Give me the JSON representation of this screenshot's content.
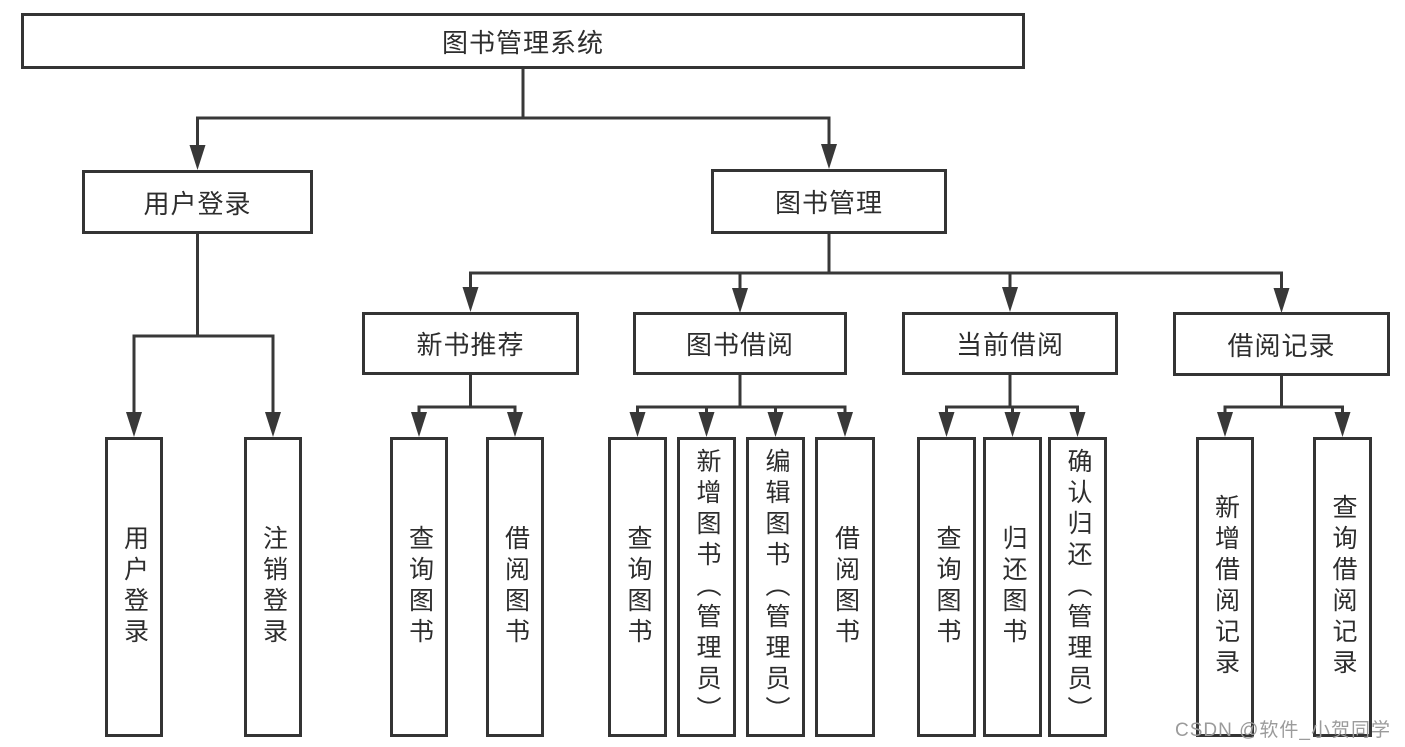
{
  "diagram": {
    "background_color": "#ffffff",
    "line_color": "#383838",
    "text_color": "#2d2d2d",
    "tree": {
      "root": {
        "label": "图书管理系统",
        "children": [
          {
            "label": "用户登录",
            "children": [
              {
                "label": "用户登录"
              },
              {
                "label": "注销登录"
              }
            ]
          },
          {
            "label": "图书管理",
            "children": [
              {
                "label": "新书推荐",
                "children": [
                  {
                    "label": "查询图书"
                  },
                  {
                    "label": "借阅图书"
                  }
                ]
              },
              {
                "label": "图书借阅",
                "children": [
                  {
                    "label": "查询图书"
                  },
                  {
                    "label": "新增图书（管理员）"
                  },
                  {
                    "label": "编辑图书（管理员）"
                  },
                  {
                    "label": "借阅图书"
                  }
                ]
              },
              {
                "label": "当前借阅",
                "children": [
                  {
                    "label": "查询图书"
                  },
                  {
                    "label": "归还图书"
                  },
                  {
                    "label": "确认归还（管理员）"
                  }
                ]
              },
              {
                "label": "借阅记录",
                "children": [
                  {
                    "label": "新增借阅记录"
                  },
                  {
                    "label": "查询借阅记录"
                  }
                ]
              }
            ]
          }
        ]
      }
    }
  },
  "watermark": {
    "text": "CSDN @软件_小贺同学",
    "color": "#9b9b9b"
  }
}
